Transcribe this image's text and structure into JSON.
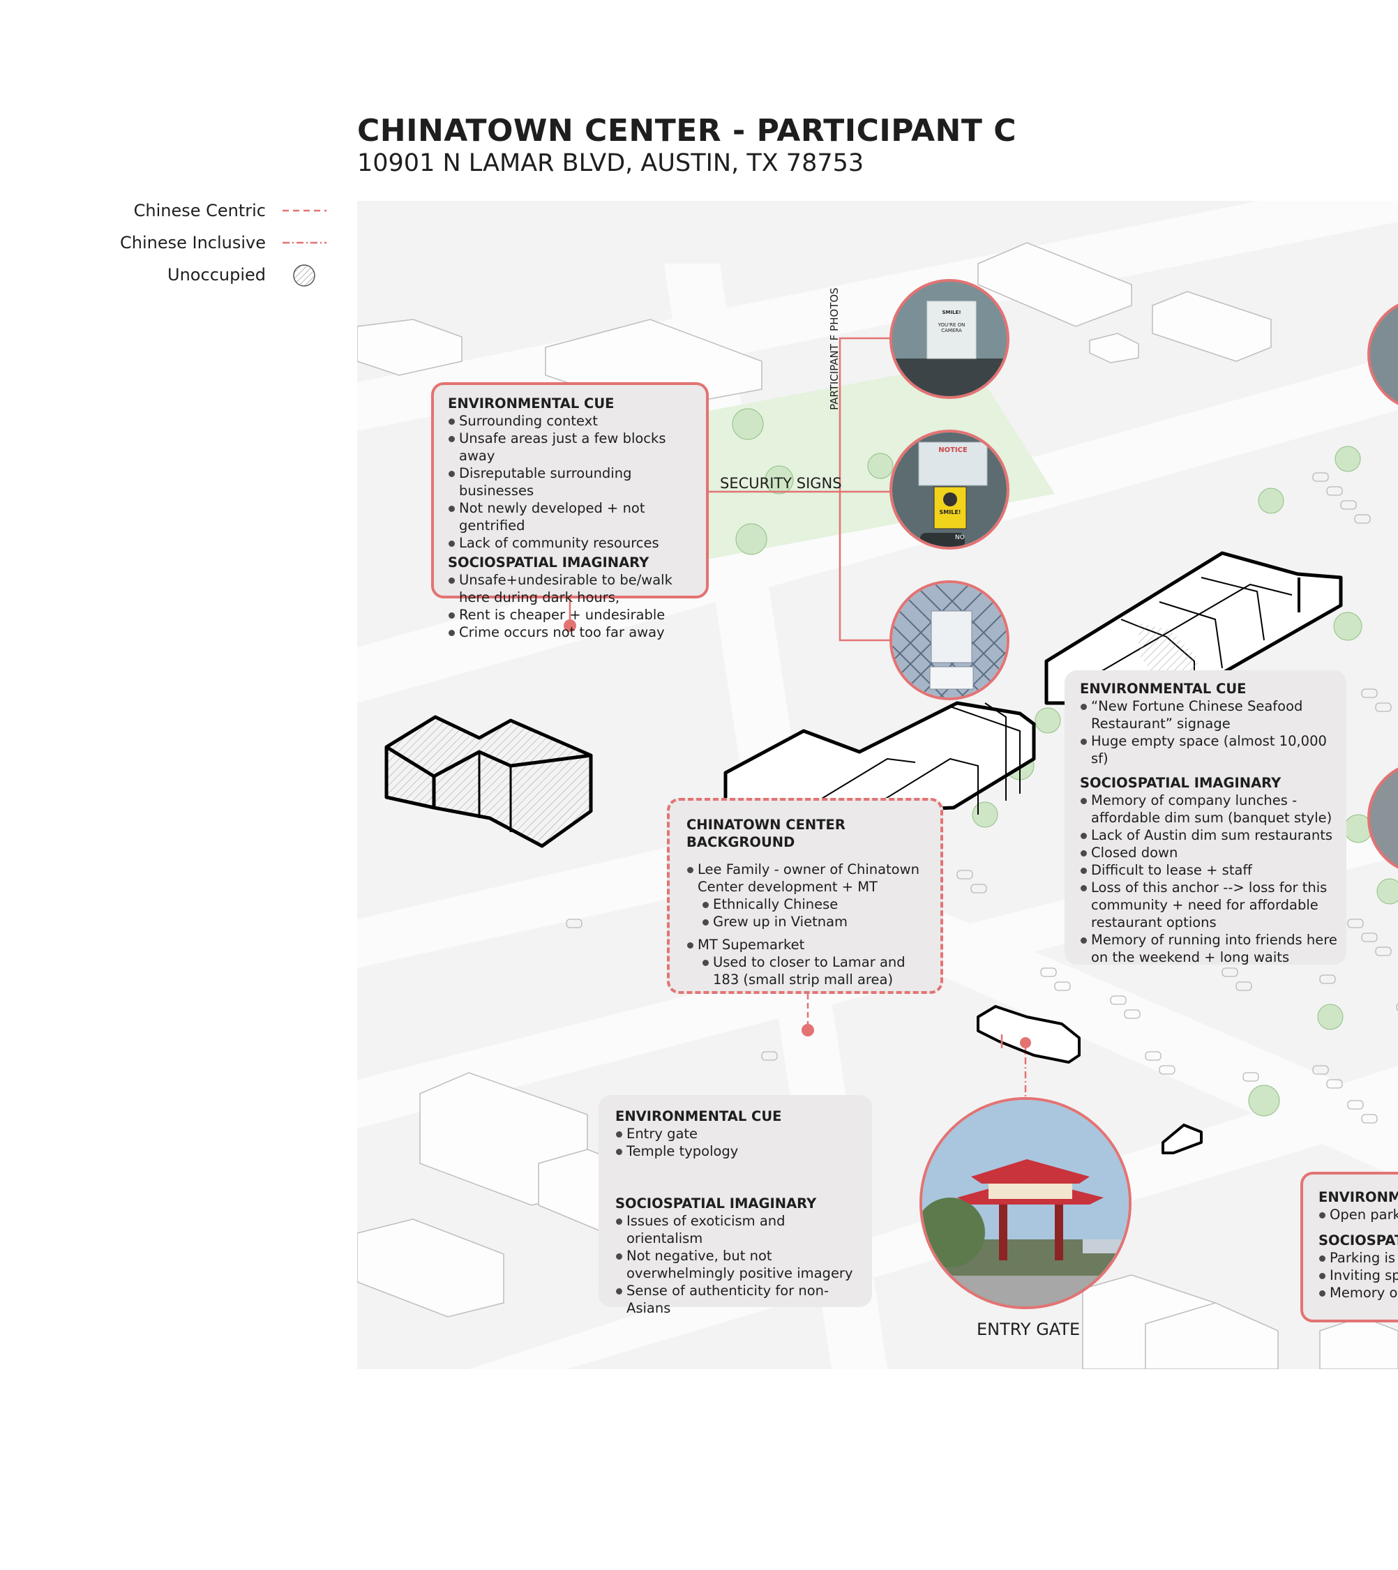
{
  "header": {
    "title": "CHINATOWN CENTER - PARTICIPANT C",
    "address": "10901 N LAMAR BLVD, AUSTIN, TX 78753"
  },
  "legend": [
    {
      "label": "Chinese Centric",
      "style": "dashed"
    },
    {
      "label": "Chinese Inclusive",
      "style": "dash-dot"
    },
    {
      "label": "Unoccupied",
      "style": "hatched-circle"
    }
  ],
  "colors": {
    "accent": "#e37373",
    "card_bg": "#ebe9e9",
    "map_bg": "#f3f3f3",
    "park": "#e4f2de"
  },
  "labels": {
    "participant_photos": "PARTICIPANT F PHOTOS",
    "security_signs": "SECURITY SIGNS",
    "entry_gate": "ENTRY GATE"
  },
  "photos": {
    "sign1_top": "SMILE!",
    "sign1_bottom": "YOU'RE ON CAMERA",
    "sign2_notice": "NOTICE",
    "sign2_smile": "SMILE!",
    "sign2_no": "NO"
  },
  "card_context": {
    "env_heading": "ENVIRONMENTAL CUE",
    "env_items": [
      "Surrounding context",
      "Unsafe areas just a few blocks away",
      "Disreputable surrounding businesses",
      "Not newly developed + not gentrified",
      "Lack of community resources"
    ],
    "soc_heading": "SOCIOSPATIAL IMAGINARY",
    "soc_items": [
      "Unsafe+undesirable to be/walk here during dark hours,",
      "Rent is cheaper + undesirable",
      "Crime occurs not too far away"
    ]
  },
  "card_restaurant": {
    "env_heading": "ENVIRONMENTAL CUE",
    "env_items": [
      "“New Fortune Chinese Seafood Restaurant” signage",
      "Huge empty space (almost 10,000 sf)"
    ],
    "soc_heading": "SOCIOSPATIAL IMAGINARY",
    "soc_items": [
      "Memory of company lunches - affordable dim sum (banquet style)",
      "Lack of Austin dim sum restaurants",
      "Closed down",
      "Difficult to lease + staff",
      "Loss of this anchor --> loss for this community + need for affordable restaurant options",
      "Memory of running into friends here on the weekend + long waits"
    ]
  },
  "card_background": {
    "heading": "CHINATOWN CENTER BACKGROUND",
    "item1": "Lee Family - owner of Chinatown Center development + MT",
    "item1_subs": [
      "Ethnically Chinese",
      "Grew up in Vietnam"
    ],
    "item2": "MT Supemarket",
    "item2_subs": [
      "Used to closer to Lamar and 183 (small strip mall area)"
    ]
  },
  "card_gate": {
    "env_heading": "ENVIRONMENTAL CUE",
    "env_items": [
      "Entry gate",
      "Temple typology"
    ],
    "soc_heading": "SOCIOSPATIAL IMAGINARY",
    "soc_items": [
      "Issues of exoticism and orientalism",
      "Not negative, but not overwhelmingly positive imagery",
      "Sense of authenticity for non-Asians"
    ]
  },
  "card_parking": {
    "env_heading": "ENVIRONME",
    "env_items": [
      "Open park"
    ],
    "soc_heading": "SOCIOSPATI",
    "soc_items": [
      "Parking is",
      "Inviting sp",
      "Memory o"
    ]
  }
}
